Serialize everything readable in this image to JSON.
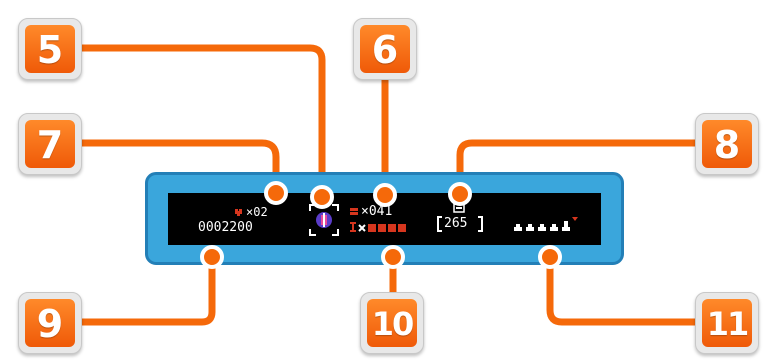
{
  "callouts": [
    {
      "number": "5"
    },
    {
      "number": "6"
    },
    {
      "number": "7"
    },
    {
      "number": "8"
    },
    {
      "number": "9"
    },
    {
      "number": "10"
    },
    {
      "number": "11"
    }
  ],
  "hud": {
    "lives": "×02",
    "score": "0002200",
    "ammo": "×041",
    "timer": "265",
    "colors": {
      "frame": "#3aa6dc",
      "screen": "#000000",
      "accent": "#f5690a",
      "meter": "#d6361e"
    }
  }
}
